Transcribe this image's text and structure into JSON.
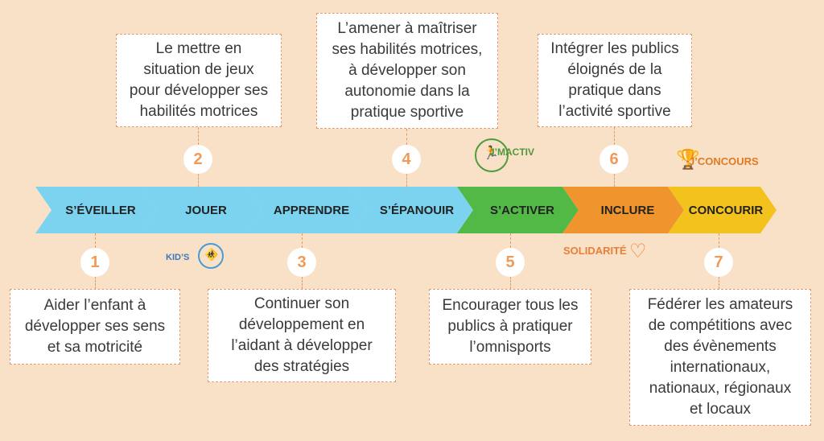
{
  "steps": [
    {
      "label": "S’ÉVEILLER",
      "color": "#7cd3ef"
    },
    {
      "label": "JOUER",
      "color": "#7cd3ef"
    },
    {
      "label": "APPRENDRE",
      "color": "#7cd3ef"
    },
    {
      "label": "S’ÉPANOUIR",
      "color": "#7cd3ef"
    },
    {
      "label": "S’ACTIVER",
      "color": "#52b946"
    },
    {
      "label": "INCLURE",
      "color": "#f0952e"
    },
    {
      "label": "CONCOURIR",
      "color": "#f3c21c"
    }
  ],
  "numbers": [
    "1",
    "2",
    "3",
    "4",
    "5",
    "6",
    "7"
  ],
  "descriptions": {
    "d1": "Aider l’enfant à\ndévelopper ses sens\net sa motricité",
    "d2": "Le mettre en\nsituation de jeux\npour développer ses\nhabilités motrices",
    "d3": "Continuer son\ndéveloppement en\nl’aidant à développer\ndes stratégies",
    "d4": "L’amener à maîtriser\nses habilités motrices,\nà développer son\nautonomie dans la\npratique sportive",
    "d5": "Encourager tous les\npublics à pratiquer\nl’omnisports",
    "d6": "Intégrer les publics\néloignés de la\npratique dans\nl’activité sportive",
    "d7": "Fédérer les amateurs\nde compétitions avec\ndes évènements\ninternationaux,\nnationaux, régionaux\net locaux"
  },
  "logos": {
    "kids": "KID’S",
    "mactiv": "J’MACTIV",
    "solidarite": "SOLIDARITÉ",
    "concours": "J’CONCOURS"
  }
}
